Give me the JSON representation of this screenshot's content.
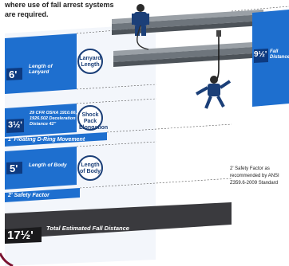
{
  "intro_text": "where use of fall arrest systems are required.",
  "segments": {
    "lanyard": {
      "value": "6'",
      "label": "Length of Lanyard",
      "circle": "Lanyard Length"
    },
    "shock_pack": {
      "value": "3½'",
      "label": "29 CFR OSHA 1910.66, 1926.502 Deceleration Distance 42\"",
      "circle": "Shock Pack Elongation"
    },
    "d_ring": {
      "label": "1' Floating D-Ring Movement"
    },
    "body": {
      "value": "5'",
      "label": "Length of Body",
      "circle": "Length of Body"
    },
    "safety": {
      "label": "2' Safety Factor"
    },
    "total": {
      "value": "17½'",
      "label": "Total Estimated Fall Distance"
    }
  },
  "fall_distance": {
    "value": "9½'",
    "label": "Fall Distance"
  },
  "safety_note": "2' Safety Factor as recommended by ANSI Z359.6-2009 Standard",
  "colors": {
    "blue": "#1e6fcf",
    "navy": "#1b3f78",
    "dark_band": "#3a3a3e",
    "maroon": "#7a1230"
  }
}
